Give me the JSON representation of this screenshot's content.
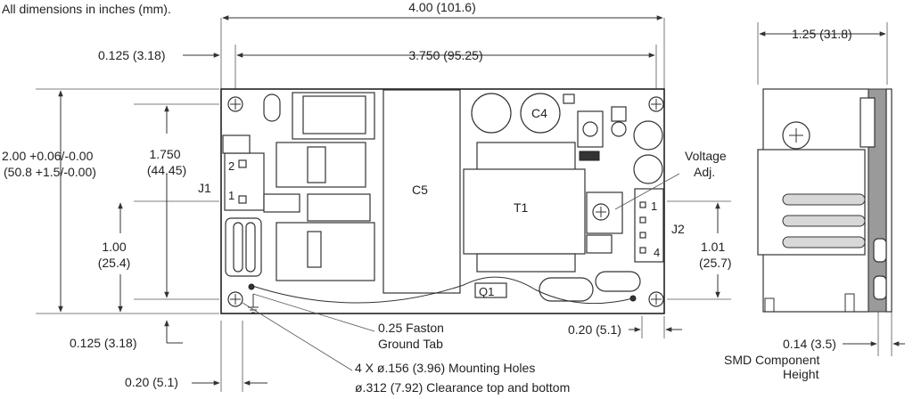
{
  "note": "All dimensions in inches (mm).",
  "dims": {
    "overall_length": "4.00 (101.6)",
    "hole_spacing_x": "3.750 (95.25)",
    "hole_offset_x": "0.125 (3.18)",
    "overall_width_1": "2.00 +0.06/-0.00",
    "overall_width_2": "(50.8 +1.5/-0.00)",
    "hole_spacing_y_1": "1.750",
    "hole_spacing_y_2": "(44.45)",
    "j1_offset_1": "1.00",
    "j1_offset_2": "(25.4)",
    "hole_offset_y": "0.125 (3.18)",
    "faston_offset": "0.20 (5.1)",
    "j2_offset_1": "1.01",
    "j2_offset_2": "(25.7)",
    "j2_edge": "0.20 (5.1)",
    "height": "1.25 (31.8)",
    "smd_1": "0.14 (3.5)",
    "smd_2": "SMD Component",
    "smd_3": "Height"
  },
  "labels": {
    "j1": "J1",
    "j2": "J2",
    "c4": "C4",
    "c5": "C5",
    "t1": "T1",
    "q1": "Q1",
    "pin1": "1",
    "pin2": "2",
    "pin4": "4",
    "voltage_1": "Voltage",
    "voltage_2": "Adj.",
    "faston_1": "0.25 Faston",
    "faston_2": "Ground Tab",
    "holes_1": "4 X ø.156 (3.96) Mounting Holes",
    "holes_2": "ø.312 (7.92) Clearance top and bottom"
  }
}
